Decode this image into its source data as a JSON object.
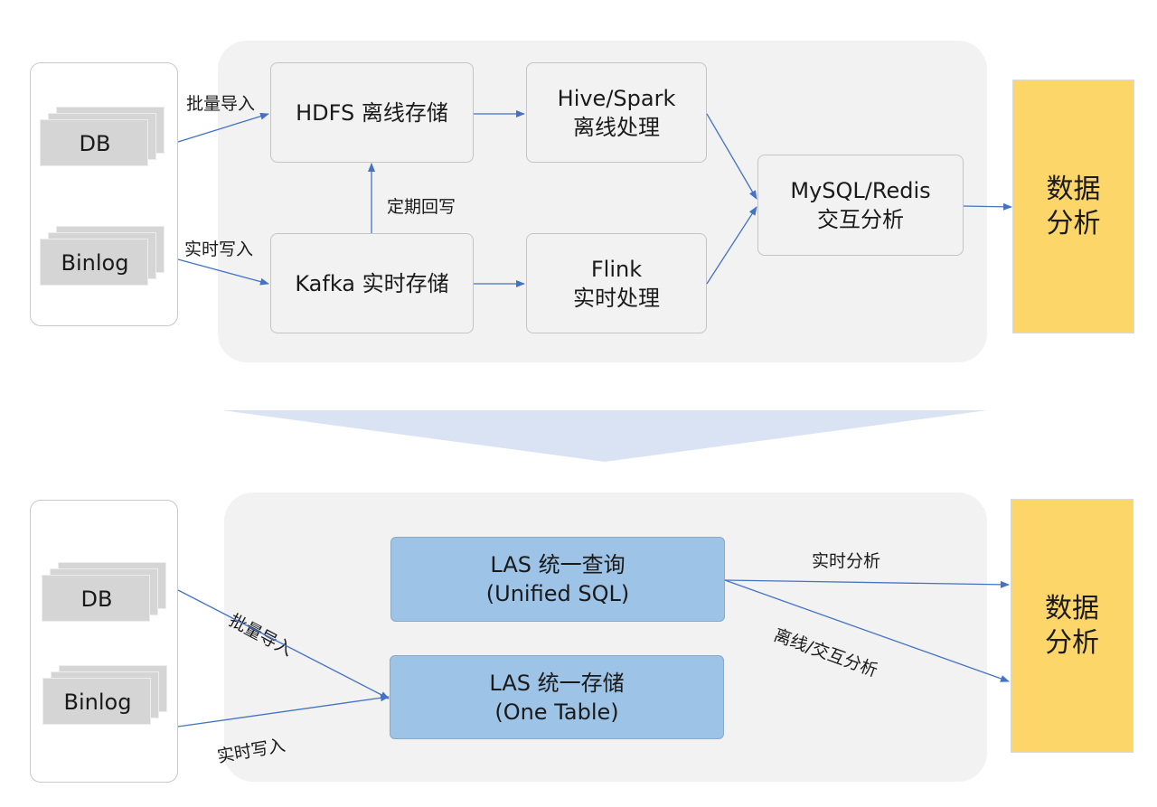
{
  "top": {
    "sources": [
      "DB",
      "Binlog"
    ],
    "edges": {
      "batch": "批量导入",
      "realtime": "实时写入",
      "periodic": "定期回写"
    },
    "hdfs": "HDFS 离线存储",
    "kafka": "Kafka 实时存储",
    "hive": [
      "Hive/Spark",
      "离线处理"
    ],
    "flink": [
      "Flink",
      "实时处理"
    ],
    "mysql": [
      "MySQL/Redis",
      "交互分析"
    ],
    "target": [
      "数据",
      "分析"
    ]
  },
  "bottom": {
    "sources": [
      "DB",
      "Binlog"
    ],
    "edges": {
      "batch": "批量导入",
      "realtime": "实时写入",
      "rt_analysis": "实时分析",
      "offline_analysis": "离线/交互分析"
    },
    "query": [
      "LAS 统一查询",
      "(Unified SQL)"
    ],
    "storage": [
      "LAS 统一存储",
      "(One Table)"
    ],
    "target": [
      "数据",
      "分析"
    ]
  },
  "colors": {
    "arrow": "#4472c4",
    "target": "#fcd669",
    "las_box": "#9dc3e6",
    "transition": "#dae3f3"
  }
}
